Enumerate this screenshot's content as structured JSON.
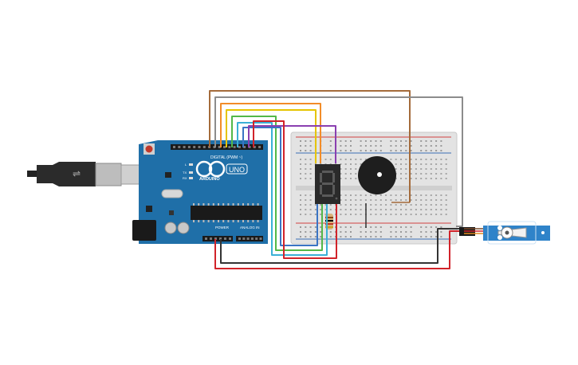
{
  "arduino": {
    "brand": "ARDUINO",
    "model": "UNO",
    "digital_label": "DIGITAL (PWM ~)",
    "power_label": "POWER",
    "analog_label": "ANALOG IN",
    "tx_label": "TX",
    "rx_label": "RX",
    "l_label": "L",
    "board_color": "#1f6fa8"
  },
  "display": {
    "digit": "8",
    "segment_color": "#5a5a5a"
  },
  "colors": {
    "breadboard": "#e3e3e3",
    "rail_red": "#d24242",
    "rail_blue": "#3b6fb6",
    "servo": "#2f83c9"
  },
  "wires": [
    {
      "name": "wire-brown",
      "color": "#a46b3b"
    },
    {
      "name": "wire-gray",
      "color": "#8c8c8c"
    },
    {
      "name": "wire-orange",
      "color": "#f28c28"
    },
    {
      "name": "wire-yellow",
      "color": "#e5c400"
    },
    {
      "name": "wire-green",
      "color": "#53b848"
    },
    {
      "name": "wire-cyan",
      "color": "#3bb0d6"
    },
    {
      "name": "wire-blue",
      "color": "#3a74c4"
    },
    {
      "name": "wire-purple",
      "color": "#8a3fb0"
    },
    {
      "name": "wire-red",
      "color": "#d1232a"
    },
    {
      "name": "wire-black",
      "color": "#333333"
    }
  ]
}
